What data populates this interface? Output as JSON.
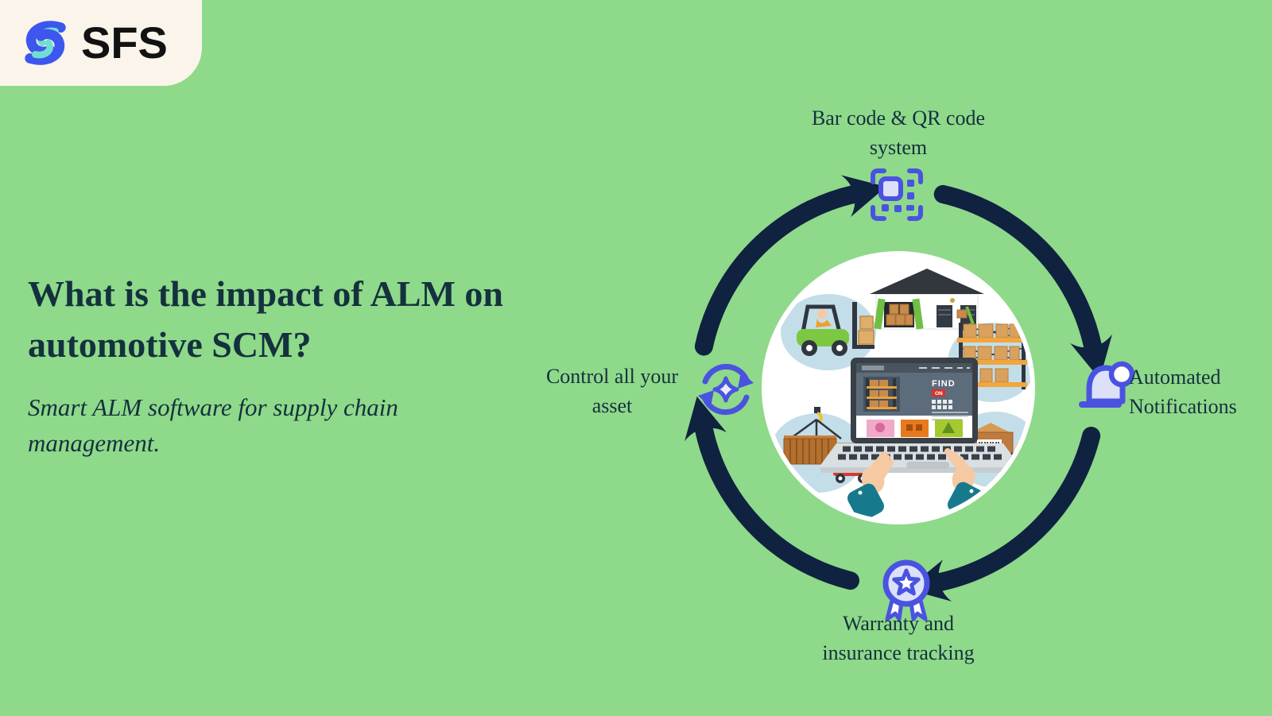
{
  "page": {
    "background": "#8FD98A"
  },
  "logo": {
    "text": "SFS",
    "blue": "#3D56EE",
    "teal": "#70DFD1",
    "card_color": "#FAF4EA"
  },
  "hero": {
    "title": "What is the impact of ALM on automotive SCM?",
    "subtitle": "Smart ALM software for supply chain management.",
    "text_color": "#14313E"
  },
  "diagram": {
    "nodes": [
      {
        "id": "barcode",
        "icon": "qr-scan-icon",
        "position": "top",
        "label": "Bar code & QR code system"
      },
      {
        "id": "notifications",
        "icon": "bell-icon",
        "position": "right",
        "label": "Automated Notifications"
      },
      {
        "id": "warranty",
        "icon": "award-icon",
        "position": "bottom",
        "label": "Warranty and insurance tracking"
      },
      {
        "id": "asset",
        "icon": "sync-icon",
        "position": "left",
        "label": "Control all your asset"
      }
    ],
    "laptop_screen": {
      "find_label": "FIND",
      "button_label": "ON"
    },
    "colors": {
      "arrow": "#0F2240",
      "icon_stroke": "#4A53E0",
      "icon_fill": "#DCE0F9",
      "label_text": "#14313E",
      "center_background": "#FFFFFF"
    }
  }
}
